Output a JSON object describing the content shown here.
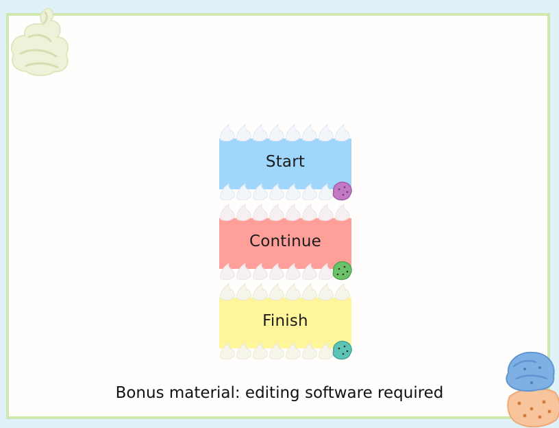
{
  "menu": {
    "buttons": [
      {
        "label": "Start",
        "color": "#9fd6fb",
        "scoop_color": "#c27ac4"
      },
      {
        "label": "Continue",
        "color": "#ff9f9a",
        "scoop_color": "#6cc26a"
      },
      {
        "label": "Finish",
        "color": "#fff59a",
        "scoop_color": "#5ec5b6"
      }
    ]
  },
  "footer": {
    "note": "Bonus material: editing software required"
  },
  "theme": {
    "background": "#dff2fa",
    "frame_border": "#cfe8ad",
    "panel": "#fffefc"
  },
  "decorations": {
    "top_left": "soft-serve-cream-icon",
    "bottom_right": "ice-cream-scoops-icon"
  }
}
